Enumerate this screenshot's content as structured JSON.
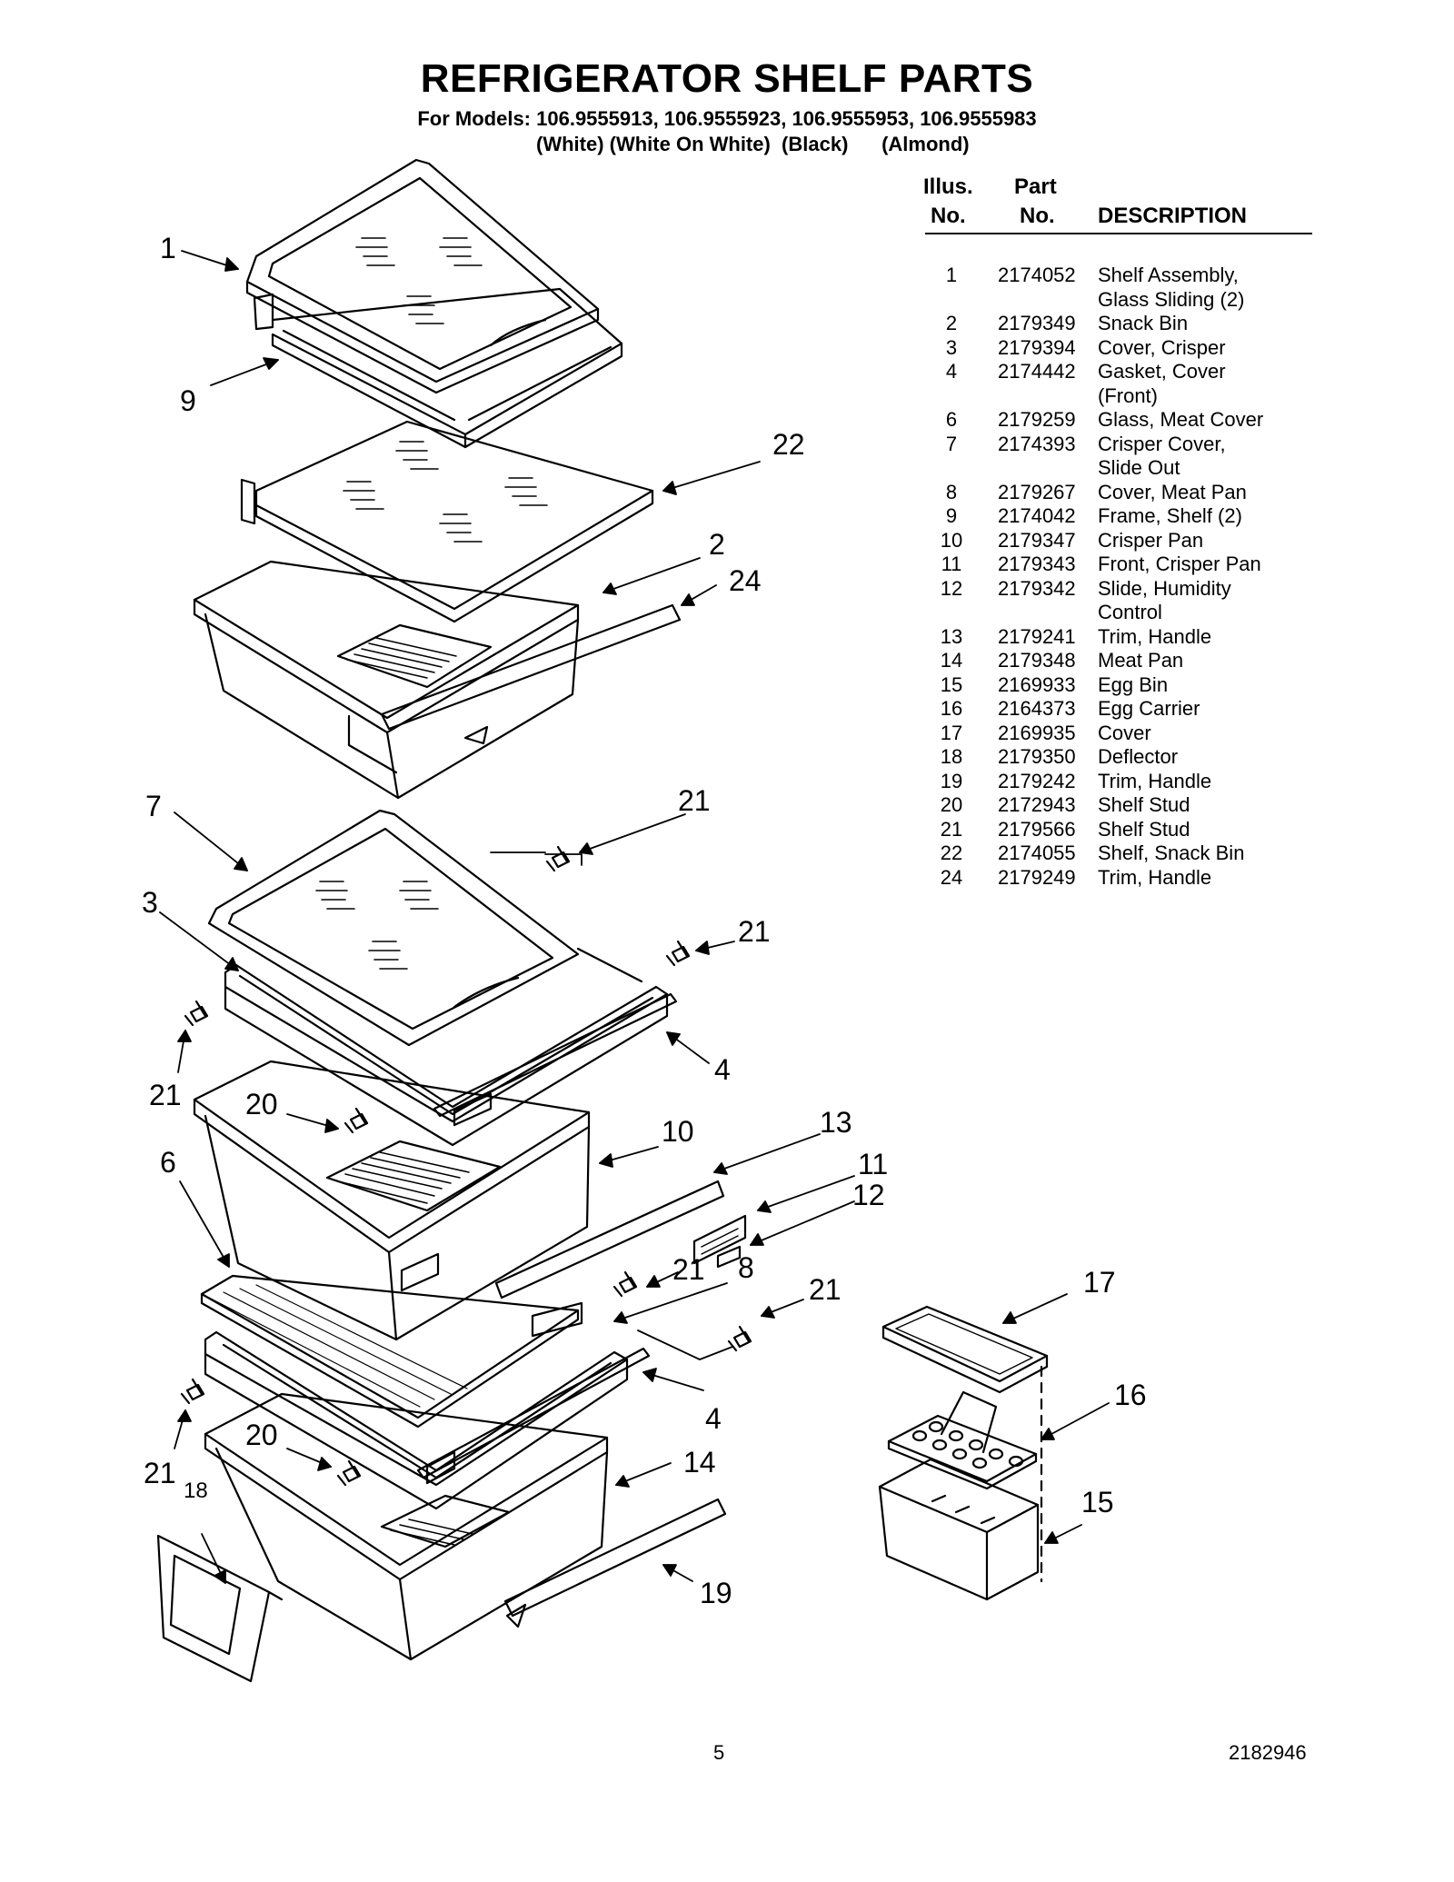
{
  "title": "REFRIGERATOR SHELF PARTS",
  "models_line": "For Models: 106.9555913, 106.9555923, 106.9555953, 106.9555983",
  "colors_line": "(White) (White On White)  (Black)      (Almond)",
  "table": {
    "headers": {
      "illus_top": "Illus.",
      "illus_bottom": "No.",
      "part_top": "Part",
      "part_bottom": "No.",
      "description": "DESCRIPTION"
    },
    "rows": [
      {
        "illus": "1",
        "part": "2174052",
        "desc": "Shelf Assembly,",
        "desc2": "Glass Sliding (2)"
      },
      {
        "illus": "2",
        "part": "2179349",
        "desc": "Snack Bin"
      },
      {
        "illus": "3",
        "part": "2179394",
        "desc": "Cover, Crisper"
      },
      {
        "illus": "4",
        "part": "2174442",
        "desc": "Gasket, Cover",
        "desc2": "(Front)"
      },
      {
        "illus": "6",
        "part": "2179259",
        "desc": "Glass, Meat Cover"
      },
      {
        "illus": "7",
        "part": "2174393",
        "desc": "Crisper Cover,",
        "desc2": "Slide Out"
      },
      {
        "illus": "8",
        "part": "2179267",
        "desc": "Cover, Meat Pan"
      },
      {
        "illus": "9",
        "part": "2174042",
        "desc": "Frame, Shelf (2)"
      },
      {
        "illus": "10",
        "part": "2179347",
        "desc": "Crisper Pan"
      },
      {
        "illus": "11",
        "part": "2179343",
        "desc": "Front, Crisper Pan"
      },
      {
        "illus": "12",
        "part": "2179342",
        "desc": "Slide, Humidity",
        "desc2": "Control"
      },
      {
        "illus": "13",
        "part": "2179241",
        "desc": "Trim, Handle"
      },
      {
        "illus": "14",
        "part": "2179348",
        "desc": "Meat Pan"
      },
      {
        "illus": "15",
        "part": "2169933",
        "desc": "Egg Bin"
      },
      {
        "illus": "16",
        "part": "2164373",
        "desc": "Egg Carrier"
      },
      {
        "illus": "17",
        "part": "2169935",
        "desc": "Cover"
      },
      {
        "illus": "18",
        "part": "2179350",
        "desc": "Deflector"
      },
      {
        "illus": "19",
        "part": "2179242",
        "desc": "Trim, Handle"
      },
      {
        "illus": "20",
        "part": "2172943",
        "desc": "Shelf Stud"
      },
      {
        "illus": "21",
        "part": "2179566",
        "desc": "Shelf Stud"
      },
      {
        "illus": "22",
        "part": "2174055",
        "desc": "Shelf, Snack Bin"
      },
      {
        "illus": "24",
        "part": "2179249",
        "desc": "Trim, Handle"
      }
    ]
  },
  "callouts": {
    "c1": "1",
    "c9": "9",
    "c22": "22",
    "c2": "2",
    "c24": "24",
    "c7": "7",
    "c3": "3",
    "c21a": "21",
    "c21b": "21",
    "c21c": "21",
    "c20a": "20",
    "c4a": "4",
    "c10": "10",
    "c13": "13",
    "c11": "11",
    "c12": "12",
    "c6": "6",
    "c21d": "21",
    "c8": "8",
    "c21e": "21",
    "c4b": "4",
    "c20b": "20",
    "c21f": "21",
    "c18": "18",
    "c14": "14",
    "c19": "19",
    "c17": "17",
    "c16": "16",
    "c15": "15"
  },
  "footer": {
    "page": "5",
    "doc": "2182946"
  }
}
